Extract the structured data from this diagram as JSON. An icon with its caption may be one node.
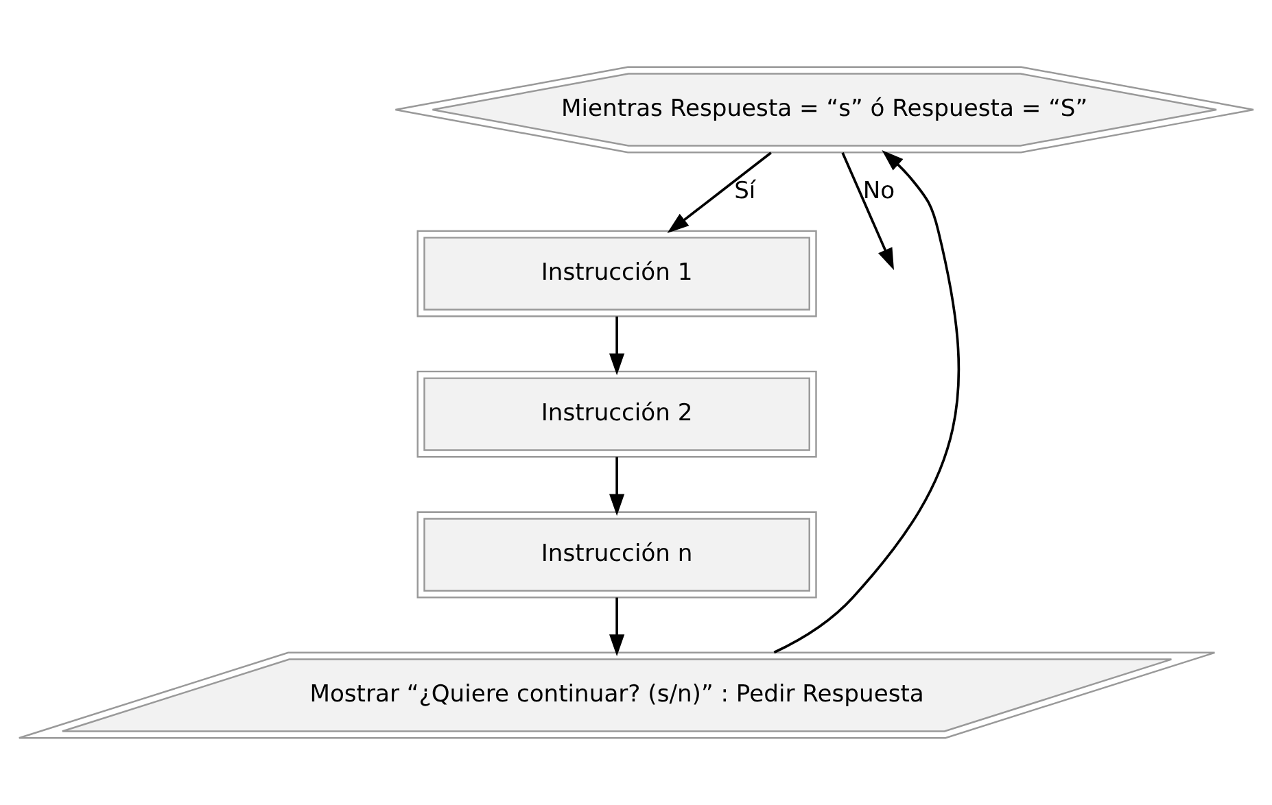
{
  "diagram": {
    "nodes": [
      {
        "text": [
          "Mientras Respuesta = “s” ó Respuesta = “S”"
        ]
      },
      {
        "text": [
          "Instrucción 1"
        ]
      },
      {
        "text": [
          "Instrucción 2"
        ]
      },
      {
        "text": [
          "Instrucción n"
        ]
      },
      {
        "text": [
          "Mostrar “¿Quiere continuar? (s/n)” : Pedir Respuesta"
        ]
      }
    ],
    "edges": [
      {
        "from": 0,
        "to": 1,
        "arrow": "to",
        "label": "Sí"
      },
      {
        "from": 1,
        "to": 2,
        "arrow": "to"
      },
      {
        "from": 2,
        "to": 3,
        "arrow": "to"
      },
      {
        "from": 3,
        "to": 4,
        "arrow": "to"
      },
      {
        "from": 4,
        "to": 0,
        "arrow": "to"
      },
      {
        "from": 0,
        "to": null,
        "arrow": "to",
        "label": "No"
      }
    ]
  }
}
